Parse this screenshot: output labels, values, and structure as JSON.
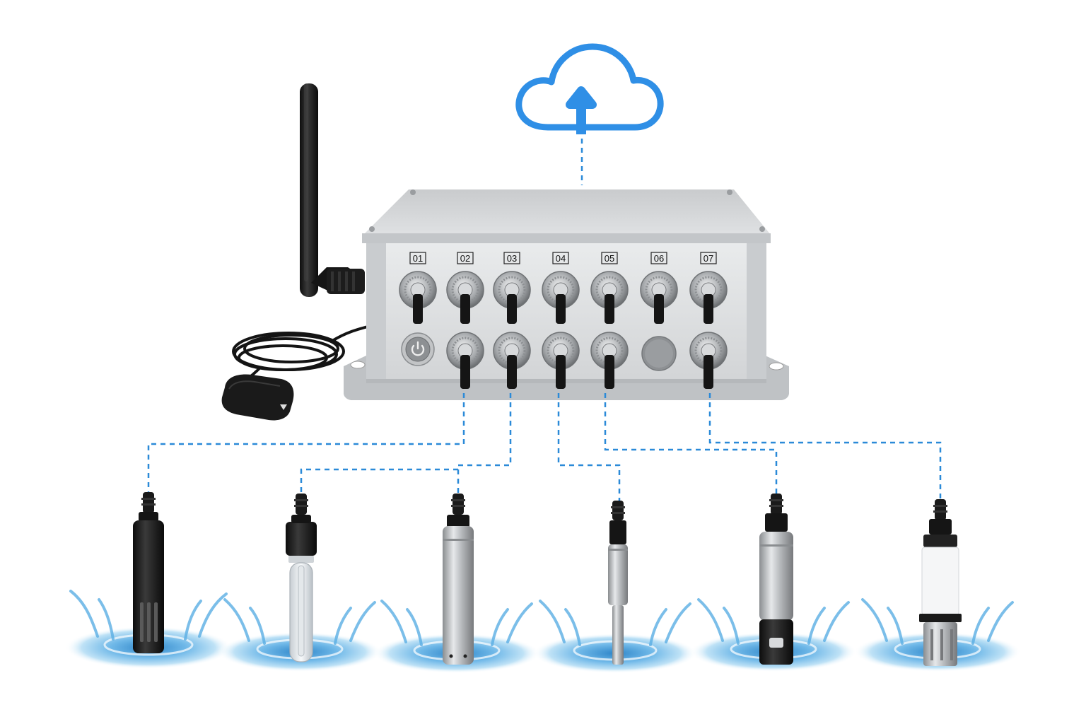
{
  "colors": {
    "cloud": "#2f8fe6",
    "connector_line": "#2b8ad8",
    "enclosure": "#d4d6d8",
    "antenna": "#1c1c1c",
    "water": "#7ec4ee"
  },
  "icons": {
    "cloud": "cloud-upload-icon",
    "power": "power-icon"
  },
  "ports": {
    "top_row": [
      "01",
      "02",
      "03",
      "04",
      "05",
      "06",
      "07"
    ]
  },
  "sensors": [
    {
      "name": "black-slotted-probe"
    },
    {
      "name": "glass-electrode-probe"
    },
    {
      "name": "steel-cylinder-probe"
    },
    {
      "name": "thin-rod-probe"
    },
    {
      "name": "steel-black-tip-probe"
    },
    {
      "name": "white-steel-probe"
    }
  ]
}
